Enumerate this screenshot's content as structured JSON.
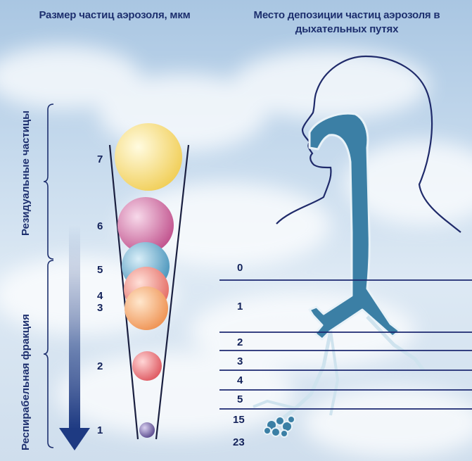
{
  "header": {
    "left": "Размер частиц аэрозоля, мкм",
    "right": "Место депозиции частиц аэрозоля в дыхательных путях"
  },
  "side_labels": {
    "residual": "Резидуальные частицы",
    "respirable": "Респирабельная фракция"
  },
  "particle_sizes": [
    {
      "label": "7",
      "color": "#f6d96a"
    },
    {
      "label": "6",
      "color": "#cf6fa6"
    },
    {
      "label": "5",
      "color": "#6fb0cf"
    },
    {
      "label": "4",
      "color": "#f08a80"
    },
    {
      "label": "3",
      "color": "#f5a86a"
    },
    {
      "label": "2",
      "color": "#e9757a"
    },
    {
      "label": "1",
      "color": "#7d6ba7"
    }
  ],
  "airway_generations": [
    "0",
    "1",
    "2",
    "3",
    "4",
    "5",
    "15",
    "23"
  ],
  "colors": {
    "text": "#1d2f6e",
    "arrow": "#2d4a8e",
    "airway": "#3b7fa5",
    "lines": "#1c2870"
  }
}
